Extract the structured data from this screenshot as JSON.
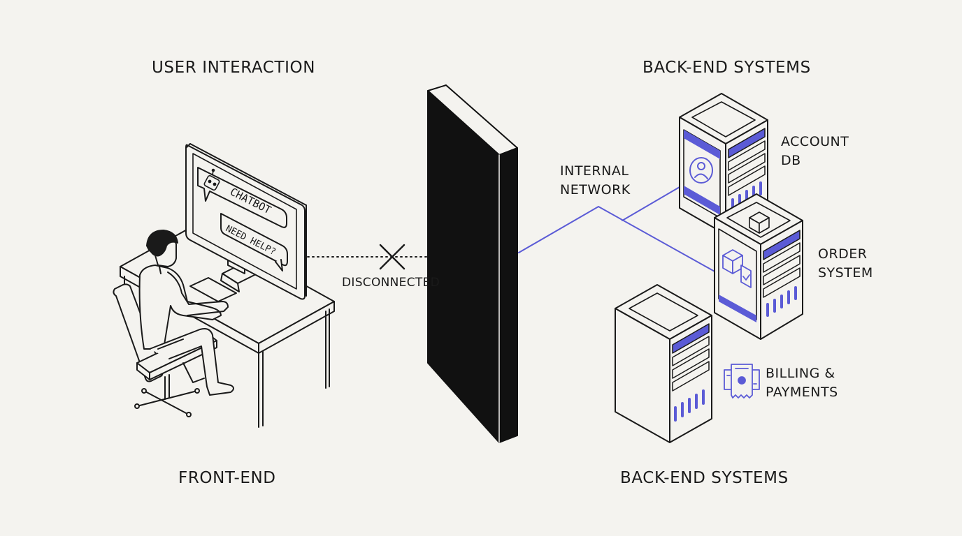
{
  "headings": {
    "user_interaction": "USER INTERACTION",
    "backend_top": "BACK-END SYSTEMS",
    "frontend": "FRONT-END",
    "backend_bottom": "BACK-END SYSTEMS"
  },
  "connection": {
    "status": "DISCONNECTED",
    "internal_line1": "INTERNAL",
    "internal_line2": "NETWORK"
  },
  "screen": {
    "chatbot": "CHATBOT",
    "need_help": "NEED HELP?"
  },
  "systems": [
    {
      "line1": "ACCOUNT",
      "line2": "DB"
    },
    {
      "line1": "ORDER",
      "line2": "SYSTEM"
    },
    {
      "line1": "BILLING &",
      "line2": "PAYMENTS"
    }
  ],
  "colors": {
    "accent": "#5b5bd6",
    "wall": "#111111",
    "background": "#f4f3ef",
    "ink": "#1a1a1a"
  }
}
